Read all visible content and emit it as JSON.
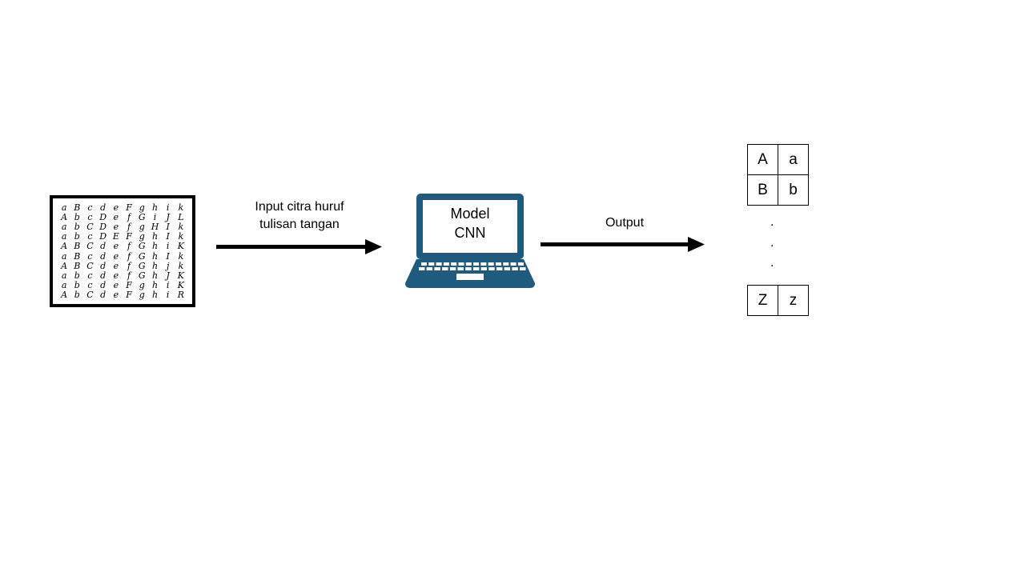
{
  "input_image": {
    "rows": [
      [
        "a",
        "B",
        "c",
        "d",
        "e",
        "F",
        "g",
        "h",
        "i",
        "k"
      ],
      [
        "A",
        "b",
        "c",
        "D",
        "e",
        "f",
        "G",
        "i",
        "J",
        "L"
      ],
      [
        "a",
        "b",
        "C",
        "D",
        "e",
        "f",
        "g",
        "H",
        "I",
        "k"
      ],
      [
        "a",
        "b",
        "c",
        "D",
        "E",
        "F",
        "g",
        "h",
        "I",
        "k"
      ],
      [
        "A",
        "B",
        "C",
        "d",
        "e",
        "f",
        "G",
        "h",
        "i",
        "K"
      ],
      [
        "a",
        "B",
        "c",
        "d",
        "e",
        "f",
        "G",
        "h",
        "I",
        "k"
      ],
      [
        "A",
        "B",
        "C",
        "d",
        "e",
        "f",
        "G",
        "h",
        "j",
        "k"
      ],
      [
        "a",
        "b",
        "c",
        "d",
        "e",
        "f",
        "G",
        "h",
        "J",
        "K"
      ],
      [
        "a",
        "b",
        "c",
        "d",
        "e",
        "F",
        "g",
        "h",
        "i",
        "K"
      ],
      [
        "A",
        "b",
        "C",
        "d",
        "e",
        "F",
        "g",
        "h",
        "i",
        "R"
      ]
    ]
  },
  "labels": {
    "input_line1": "Input citra huruf",
    "input_line2": "tulisan tangan",
    "model_line1": "Model",
    "model_line2": "CNN",
    "output": "Output"
  },
  "output_table": {
    "top_rows": [
      [
        "A",
        "a"
      ],
      [
        "B",
        "b"
      ]
    ],
    "ellipsis": [
      ".",
      ".",
      "."
    ],
    "bottom_rows": [
      [
        "Z",
        "z"
      ]
    ]
  },
  "colors": {
    "laptop": "#1f5a7f",
    "arrow": "#000000"
  }
}
